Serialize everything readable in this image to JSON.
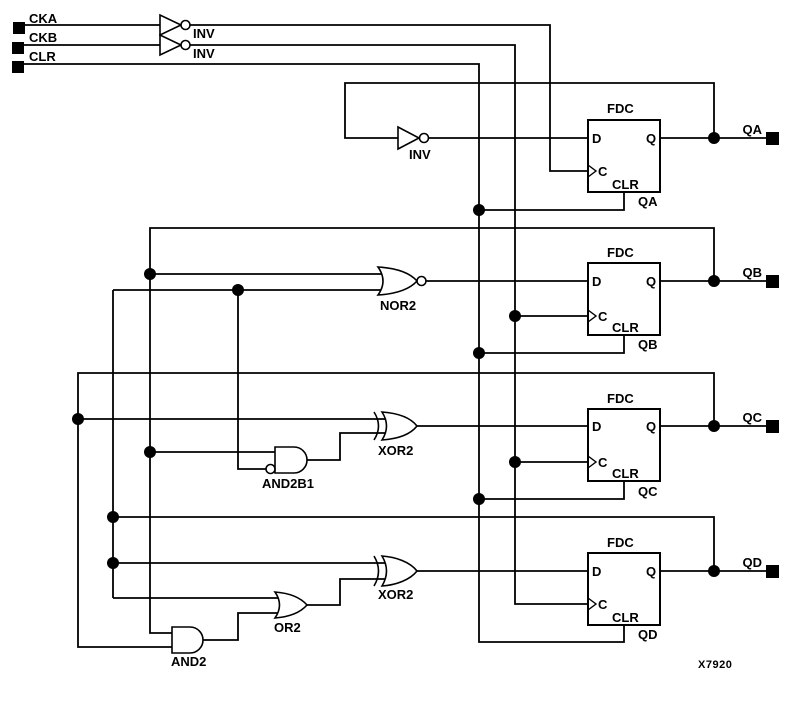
{
  "figure": {
    "id_label": "X7920"
  },
  "colors": {
    "line": "#000000",
    "background": "#ffffff"
  },
  "inputs": [
    {
      "label": "CKA"
    },
    {
      "label": "CKB"
    },
    {
      "label": "CLR"
    }
  ],
  "outputs": [
    {
      "label": "QA"
    },
    {
      "label": "QB"
    },
    {
      "label": "QC"
    },
    {
      "label": "QD"
    }
  ],
  "gates": {
    "inv_cka": {
      "label": "INV"
    },
    "inv_ckb": {
      "label": "INV"
    },
    "inv_qa_feedback": {
      "label": "INV"
    },
    "nor2": {
      "label": "NOR2"
    },
    "xor2_qc": {
      "label": "XOR2"
    },
    "xor2_qd": {
      "label": "XOR2"
    },
    "and2b1": {
      "label": "AND2B1"
    },
    "or2": {
      "label": "OR2"
    },
    "and2": {
      "label": "AND2"
    }
  },
  "flipflops": [
    {
      "type": "FDC",
      "pin_d": "D",
      "pin_q": "Q",
      "pin_c": "C",
      "pin_clr": "CLR",
      "net": "QA"
    },
    {
      "type": "FDC",
      "pin_d": "D",
      "pin_q": "Q",
      "pin_c": "C",
      "pin_clr": "CLR",
      "net": "QB"
    },
    {
      "type": "FDC",
      "pin_d": "D",
      "pin_q": "Q",
      "pin_c": "C",
      "pin_clr": "CLR",
      "net": "QC"
    },
    {
      "type": "FDC",
      "pin_d": "D",
      "pin_q": "Q",
      "pin_c": "C",
      "pin_clr": "CLR",
      "net": "QD"
    }
  ]
}
